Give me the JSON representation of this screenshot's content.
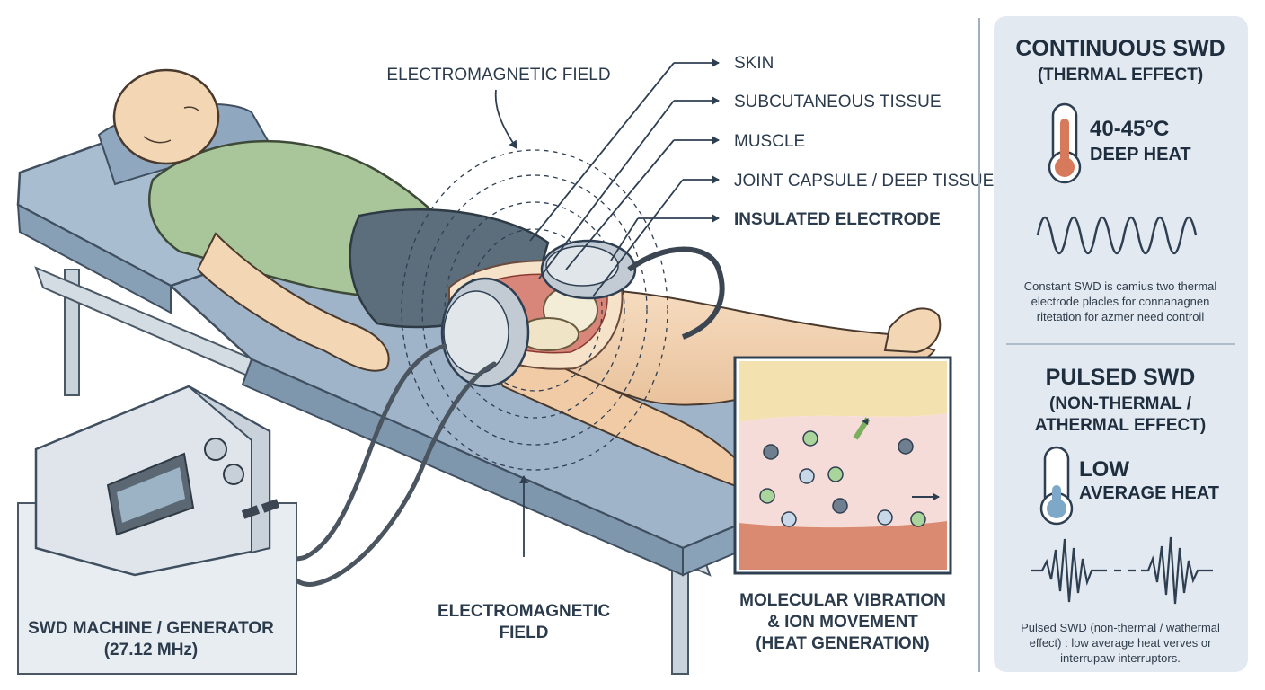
{
  "labels": {
    "em_field_top": "ELECTROMAGNETIC FIELD",
    "skin": "SKIN",
    "subcutaneous": "SUBCUTANEOUS TISSUE",
    "muscle": "MUSCLE",
    "joint": "JOINT CAPSULE / DEEP TISSUE",
    "electrode": "INSULATED ELECTRODE",
    "em_field_bottom_1": "ELECTROMAGNETIC",
    "em_field_bottom_2": "FIELD",
    "machine_1": "SWD MACHINE / GENERATOR",
    "machine_2": "(27.12 MHz)",
    "molecular_1": "MOLECULAR VIBRATION",
    "molecular_2": "& ION MOVEMENT",
    "molecular_3": "(HEAT GENERATION)"
  },
  "continuous": {
    "title_1": "CONTINUOUS SWD",
    "title_2": "(THERMAL EFFECT)",
    "temp": "40-45°C",
    "heat": "DEEP HEAT",
    "desc_1": "Constant SWD is camius two thermal",
    "desc_2": "electrode placles for connanagnen",
    "desc_3": "ritetation for azmer need controil"
  },
  "pulsed": {
    "title_1": "PULSED SWD",
    "title_2": "(NON-THERMAL /",
    "title_3": "ATHERMAL EFFECT)",
    "level": "LOW",
    "heat": "AVERAGE HEAT",
    "desc_1": "Pulsed SWD (non-thermal / wathermal",
    "desc_2": "effect) : low average heat verves or",
    "desc_3": "interrupaw interruptors."
  },
  "colors": {
    "panel_bg": "#e3e9f0",
    "table_top": "#9fb4c8",
    "shirt": "#a8c69a",
    "shorts": "#5c6e7c",
    "skin": "#f3d6b4",
    "hot": "#d77a5c",
    "cold": "#7ea8c8"
  }
}
